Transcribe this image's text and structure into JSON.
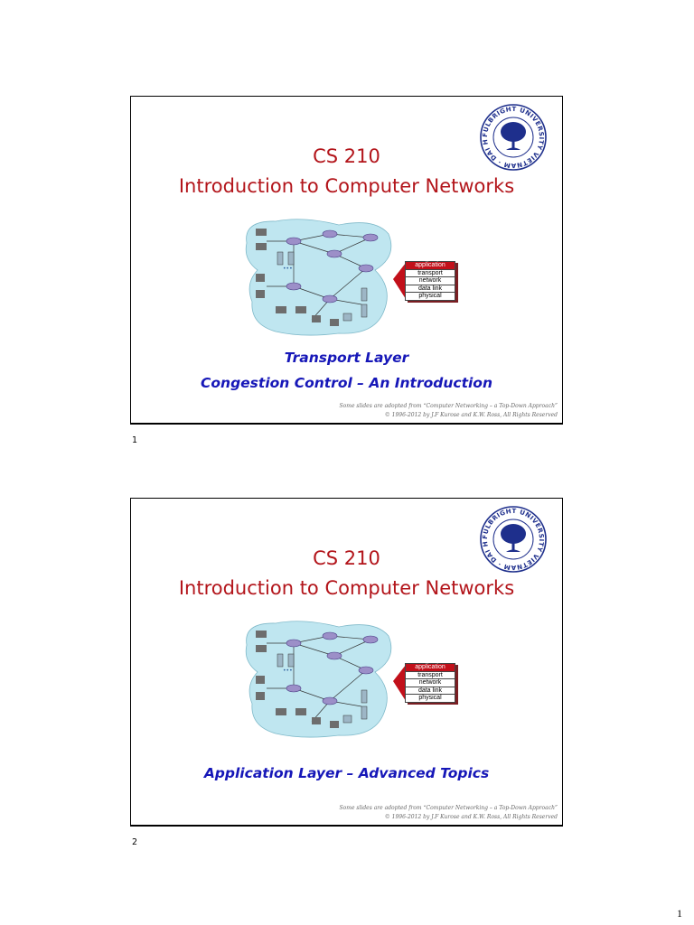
{
  "slides": [
    {
      "number": "1",
      "title_line1": "CS 210",
      "title_line2": "Introduction to Computer Networks",
      "subtitle_lines": [
        "Transport Layer",
        "Congestion Control – An Introduction"
      ],
      "layers": [
        "application",
        "transport",
        "network",
        "data link",
        "physical"
      ],
      "credit_line1": "Some slides are adopted from “Computer Networking – a Top-Down Approach”",
      "credit_line2": "© 1996-2012 by J.F Kurose and K.W. Ross, All Rights Reserved",
      "seal_text": "FULBRIGHT UNIVERSITY VIETNAM · DAI HOC"
    },
    {
      "number": "2",
      "title_line1": "CS 210",
      "title_line2": "Introduction to Computer Networks",
      "subtitle_lines": [
        "Application Layer – Advanced Topics"
      ],
      "layers": [
        "application",
        "transport",
        "network",
        "data link",
        "physical"
      ],
      "credit_line1": "Some slides are adopted from “Computer Networking – a Top-Down Approach”",
      "credit_line2": "© 1996-2012 by J.F Kurose and K.W. Ross, All Rights Reserved",
      "seal_text": "FULBRIGHT UNIVERSITY VIETNAM · DAI HOC"
    }
  ],
  "page_number": "1",
  "colors": {
    "title": "#b3151b",
    "subtitle": "#1617b8",
    "seal": "#1e2f8c",
    "highlight_layer": "#c2101a",
    "network_cloud": "#bfe6f0"
  }
}
